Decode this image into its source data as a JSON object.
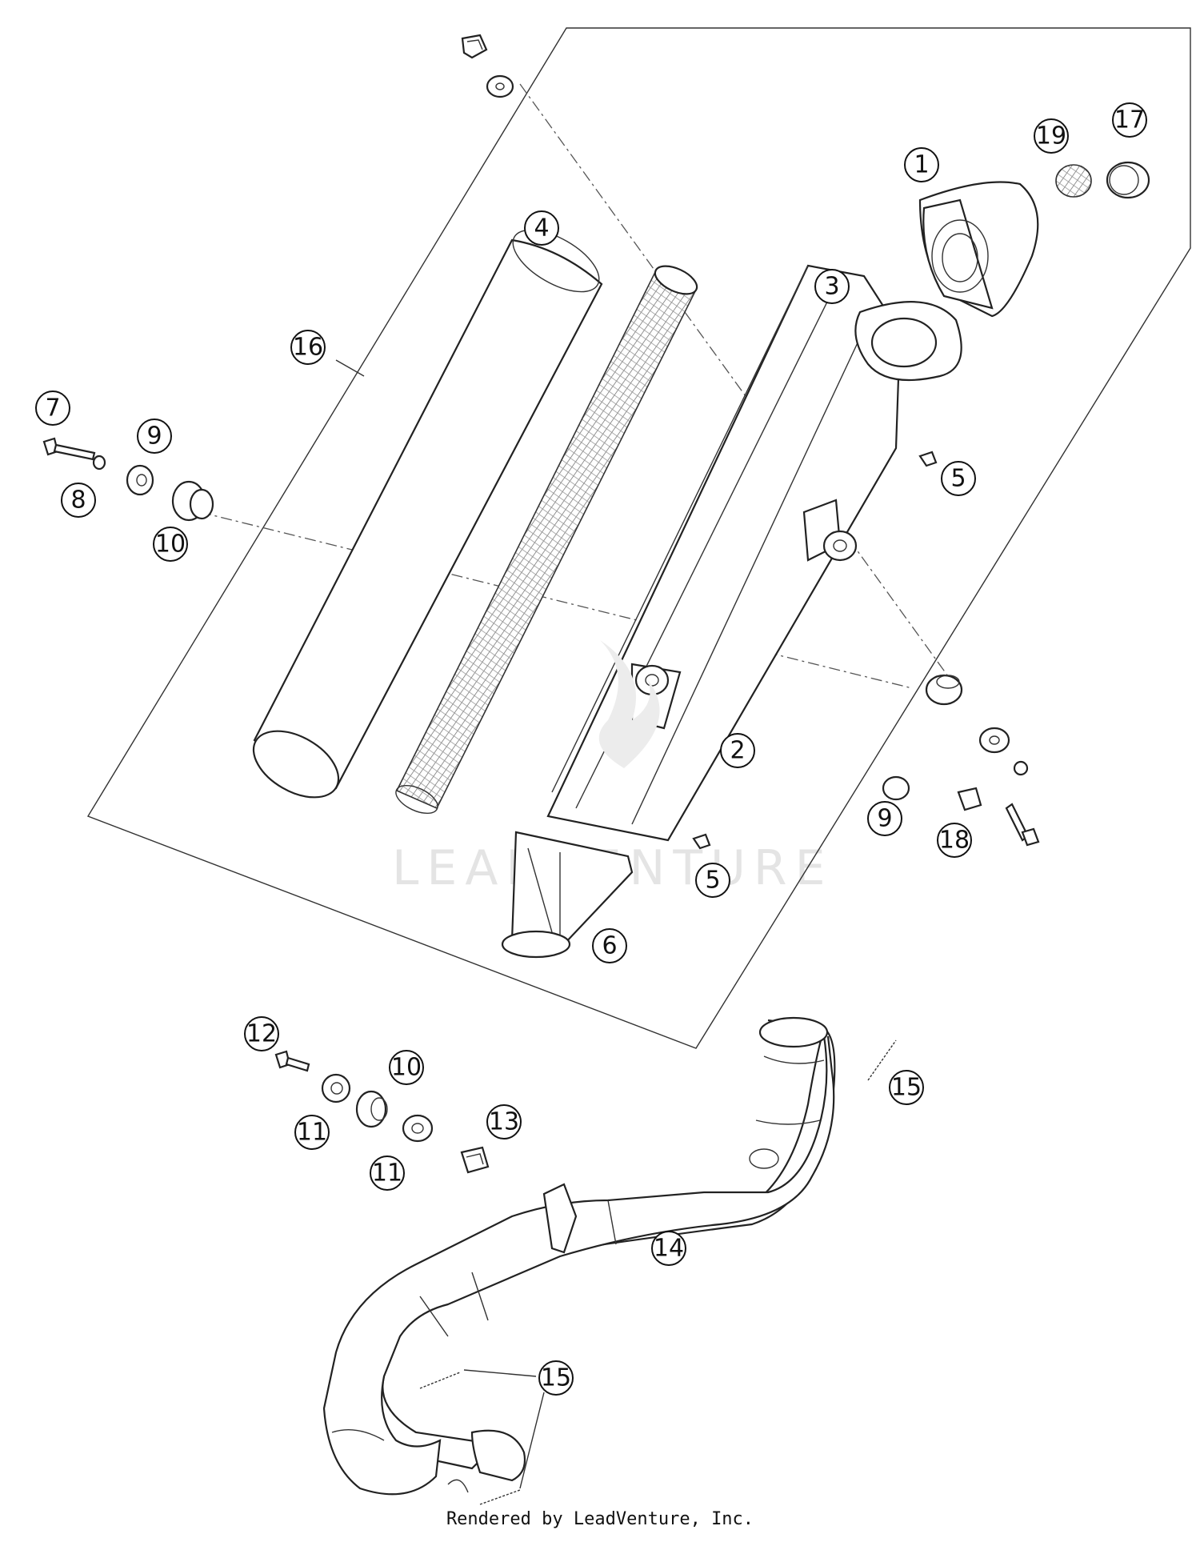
{
  "callouts": {
    "c1": "1",
    "c2": "2",
    "c3": "3",
    "c4": "4",
    "c5a": "5",
    "c5b": "5",
    "c6": "6",
    "c7": "7",
    "c8": "8",
    "c9a": "9",
    "c9b": "9",
    "c10a": "10",
    "c10b": "10",
    "c11a": "11",
    "c11b": "11",
    "c12": "12",
    "c13": "13",
    "c14": "14",
    "c15a": "15",
    "c15b": "15",
    "c16": "16",
    "c17": "17",
    "c18": "18",
    "c19": "19"
  },
  "watermark": "LEADVENTURE",
  "footer": "Rendered by LeadVenture, Inc."
}
